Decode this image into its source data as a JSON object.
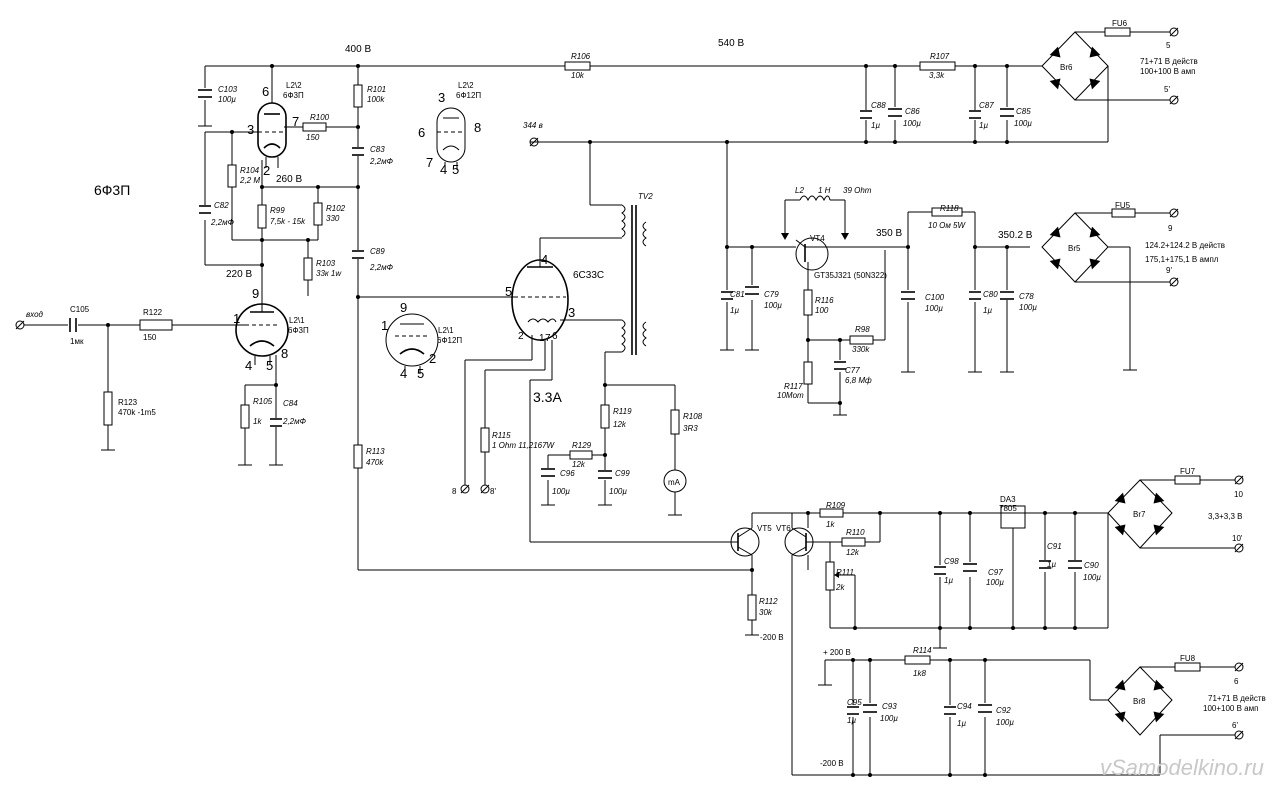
{
  "voltages": {
    "v400": "400 В",
    "v540": "540 В",
    "v260": "260 В",
    "v220": "220 В",
    "v344": "344 в",
    "v350a": "350 В",
    "v350b": "350.2 В",
    "v200p": "+ 200 В",
    "v200n1": "-200 В",
    "v200n2": "-200 В",
    "i33": "3.3A"
  },
  "tubes": {
    "t1_name": "L2\\1",
    "t1_type": "6Ф3П",
    "t2_name": "L2\\2",
    "t2_type": "6Ф3П",
    "t3_name": "L2\\2",
    "t3_type": "6Ф12П",
    "t4_name": "L2\\1",
    "t4_type": "6Ф12П",
    "power": "6C33C",
    "big_label": "6Ф3П"
  },
  "pins": {
    "a6": "6",
    "a3": "3",
    "a7": "7",
    "a2": "2",
    "b3": "3",
    "b6": "6",
    "b8": "8",
    "b7": "7",
    "b4": "4",
    "b5": "5",
    "c9": "9",
    "c1": "1",
    "c4": "4",
    "c5": "5",
    "c8": "8",
    "d9": "9",
    "d1": "1",
    "d2": "2",
    "d4": "4",
    "d5": "5",
    "e4": "4",
    "e5": "5",
    "e3": "3",
    "e2": "2",
    "e1": "1",
    "e7": "7",
    "e6": "6"
  },
  "components": {
    "C103": "C103",
    "C103v": "100µ",
    "R101": "R101",
    "R101v": "100k",
    "R100": "R100",
    "R100v": "150",
    "C83": "C83",
    "C83v": "2,2мФ",
    "R104": "R104",
    "R104v": "2,2 M",
    "C82": "C82",
    "C82v": "2,2мФ",
    "R99": "R99",
    "R99v": "7,5k - 15k",
    "R102": "R102",
    "R102v": "330",
    "R103": "R103",
    "R103v": "33к 1w",
    "C89": "C89",
    "C89v": "2,2мФ",
    "C105": "C105",
    "C105v": "1мк",
    "R122": "R122",
    "R122v": "150",
    "R123": "R123",
    "R123v": "470k -1m5",
    "R105": "R105",
    "R105v": "1k",
    "C84": "C84",
    "C84v": "2,2мФ",
    "R113": "R113",
    "R113v": "470k",
    "R115": "R115",
    "R115v": "1 Ohm 11,2167W",
    "R129": "R129",
    "R129v": "12k",
    "C96": "C96",
    "C96v": "100µ",
    "C99": "C99",
    "C99v": "100µ",
    "R119": "R119",
    "R119v": "12k",
    "R108": "R108",
    "R108v": "3R3",
    "mA": "mA",
    "TV2": "TV2",
    "R106": "R106",
    "R106v": "10k",
    "C88": "C88",
    "C88v": "1µ",
    "C86": "C86",
    "C86v": "100µ",
    "R107": "R107",
    "R107v": "3,3k",
    "C87": "C87",
    "C87v": "1µ",
    "C85": "C85",
    "C85v": "100µ",
    "Br6": "Br6",
    "FU6": "FU6",
    "L2": "L2",
    "L2a": "1 H",
    "L2b": "39 Ohm",
    "VT4": "VT4",
    "VT4v": "GT35J321 (50N322)",
    "R118": "R118",
    "R118v": "10 Ом 5W",
    "C81": "C81",
    "C81v": "1µ",
    "C79": "C79",
    "C79v": "100µ",
    "R116": "R116",
    "R116v": "100",
    "R98": "R98",
    "R98v": "330k",
    "R117": "R117",
    "R117v": "10Mom",
    "C77": "C77",
    "C77v": "6,8 Мф",
    "C100": "C100",
    "C100v": "100µ",
    "C80": "C80",
    "C80v": "1µ",
    "C78": "C78",
    "C78v": "100µ",
    "Br5": "Br5",
    "FU5": "FU5",
    "R109": "R109",
    "R109v": "1k",
    "R110": "R110",
    "R110v": "12k",
    "R111": "R111",
    "R111v": "2k",
    "VT5": "VT5",
    "VT6": "VT6",
    "R112": "R112",
    "R112v": "30k",
    "C98": "C98",
    "C98v": "1µ",
    "C97": "C97",
    "C97v": "100µ",
    "DA3": "DA3",
    "DA3v": "7805",
    "C91": "C91",
    "C91v": "1µ",
    "C90": "C90",
    "C90v": "100µ",
    "Br7": "Br7",
    "FU7": "FU7",
    "R114": "R114",
    "R114v": "1k8",
    "C95": "C95",
    "C95v": "1µ",
    "C93": "C93",
    "C93v": "100µ",
    "C94": "C94",
    "C94v": "1µ",
    "C92": "C92",
    "C92v": "100µ",
    "Br8": "Br8",
    "FU8": "FU8"
  },
  "terminals": {
    "input": "вход",
    "t5": "5",
    "t5p": "5'",
    "t9": "9",
    "t9p": "9'",
    "t10": "10",
    "t10p": "10'",
    "t6": "6",
    "t6p": "6'",
    "t8": "8",
    "t8p": "8'"
  },
  "notes": {
    "br6a": "71+71 В действ",
    "br6b": "100+100 В амп",
    "br5a": "124.2+124.2 В действ",
    "br5b": "175,1+175,1 В ампл",
    "br7a": "3,3+3,3 В",
    "br8a": "71+71 В действ",
    "br8b": "100+100 В амп"
  },
  "watermark": "vSamodelkino.ru"
}
